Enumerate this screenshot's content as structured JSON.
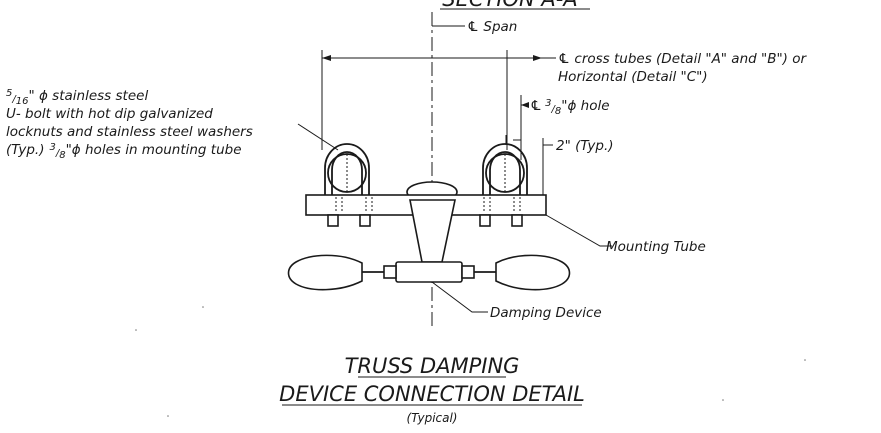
{
  "header_partial": "SECTION A-A",
  "callouts": {
    "span": "℄ Span",
    "cross_tubes_line1": "℄ cross tubes (Detail \"A\" and \"B\") or",
    "cross_tubes_line2": "Horizontal (Detail \"C\")",
    "hole_prefix": "℄",
    "hole_num": "3",
    "hole_den": "8",
    "hole_suffix": "\"ϕ hole",
    "typ_spacing": "2\" (Typ.)",
    "mounting_tube": "Mounting Tube",
    "damping_device": "Damping Device"
  },
  "ubolt_note": {
    "size_num": "5",
    "size_den": "16",
    "size_suffix": "\" ϕ stainless steel",
    "line2": "U- bolt with hot dip galvanized",
    "line3": "locknuts and stainless steel washers",
    "line4_prefix": "(Typ.)",
    "line4_num": "3",
    "line4_den": "8",
    "line4_suffix": "\"ϕ holes in mounting tube"
  },
  "title": {
    "line1": "TRUSS DAMPING",
    "line2": "DEVICE CONNECTION DETAIL",
    "sub": "(Typical)"
  },
  "colors": {
    "ink": "#1a1a1a",
    "paper": "#ffffff"
  }
}
